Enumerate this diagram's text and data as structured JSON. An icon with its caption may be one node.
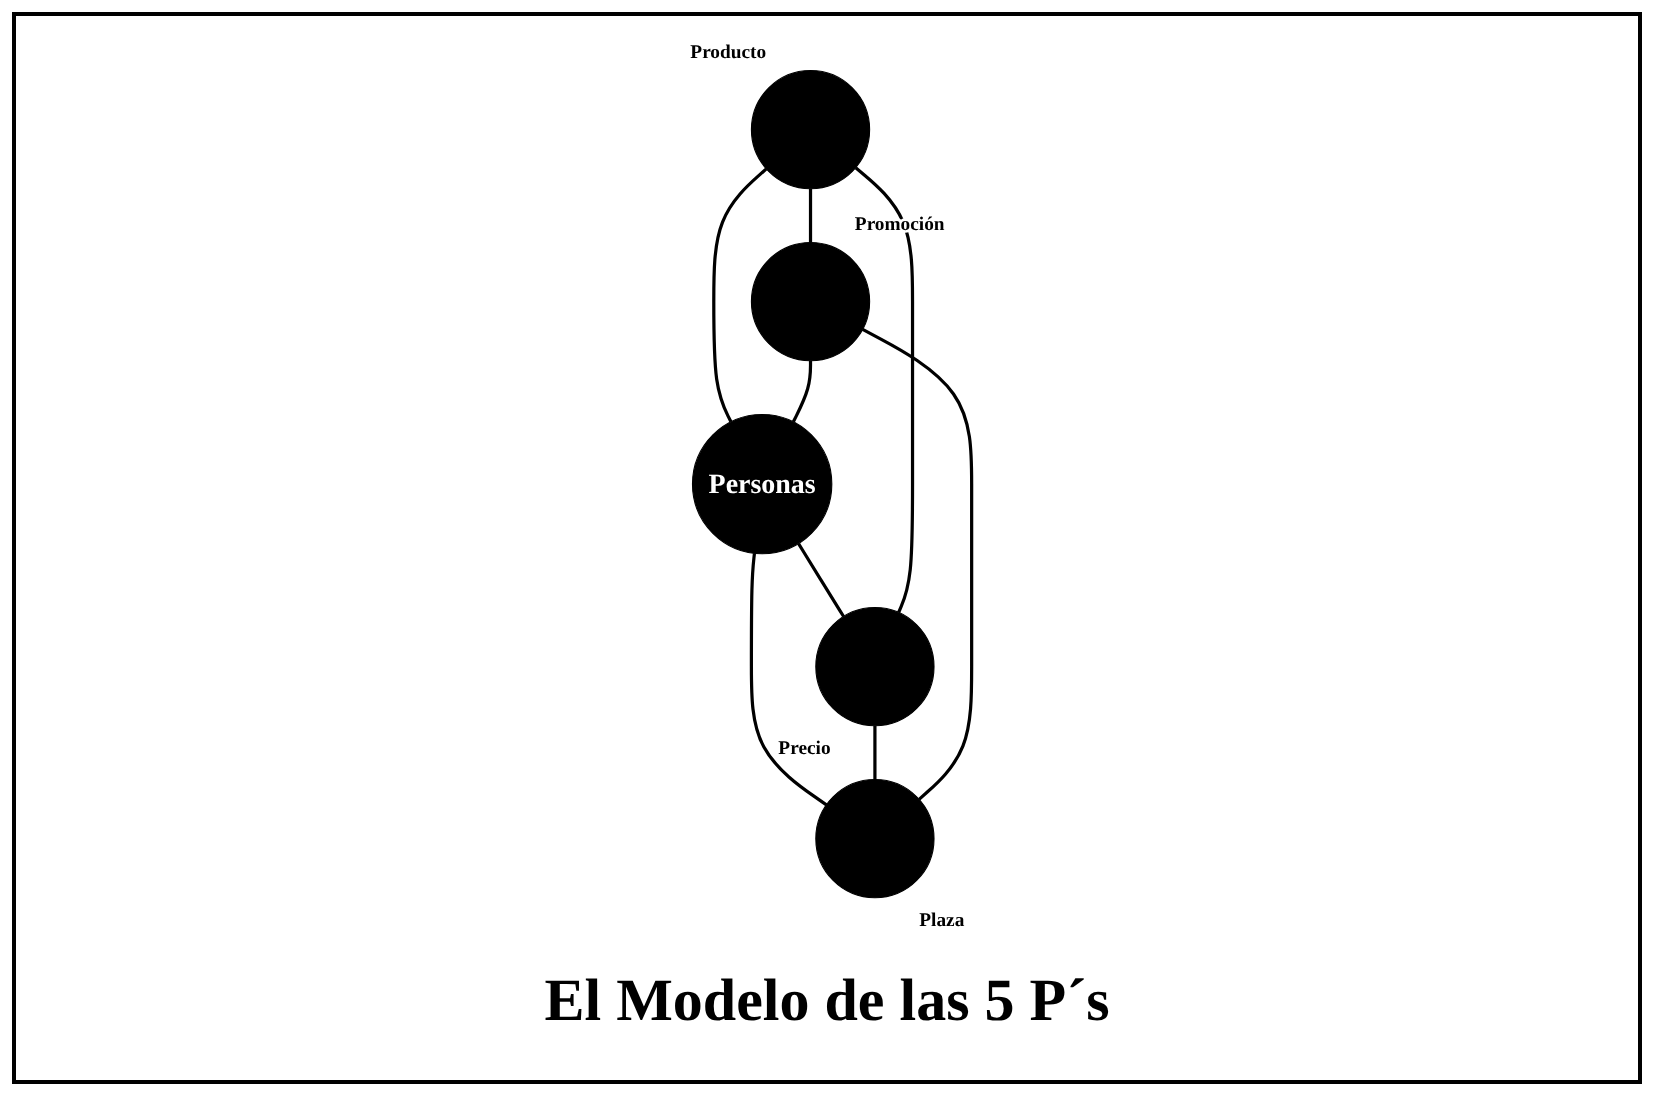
{
  "diagram": {
    "caption": "El Modelo de las 5 P´s",
    "nodes": [
      {
        "text": [],
        "shape": "circle",
        "beside": [
          "Producto"
        ]
      },
      {
        "text": [],
        "shape": "circle",
        "beside": [
          "Promoción"
        ]
      },
      {
        "text": [
          "Personas"
        ]
      },
      {
        "text": [],
        "shape": "circle",
        "beside": [
          "Precio"
        ]
      },
      {
        "text": [],
        "shape": "circle",
        "beside": [
          "Plaza"
        ]
      }
    ],
    "edges": [
      {
        "from": 0,
        "to": 2,
        "arrow": "none"
      },
      {
        "from": 1,
        "to": 2,
        "arrow": "none"
      },
      {
        "from": 2,
        "to": 3,
        "arrow": "none"
      },
      {
        "from": 2,
        "to": 4,
        "arrow": "none"
      },
      {
        "from": 0,
        "to": 1,
        "arrow": "none"
      },
      {
        "from": 3,
        "to": 4,
        "arrow": "none"
      },
      {
        "from": 0,
        "to": 3,
        "arrow": "none"
      },
      {
        "from": 1,
        "to": 4,
        "arrow": "none"
      }
    ]
  }
}
